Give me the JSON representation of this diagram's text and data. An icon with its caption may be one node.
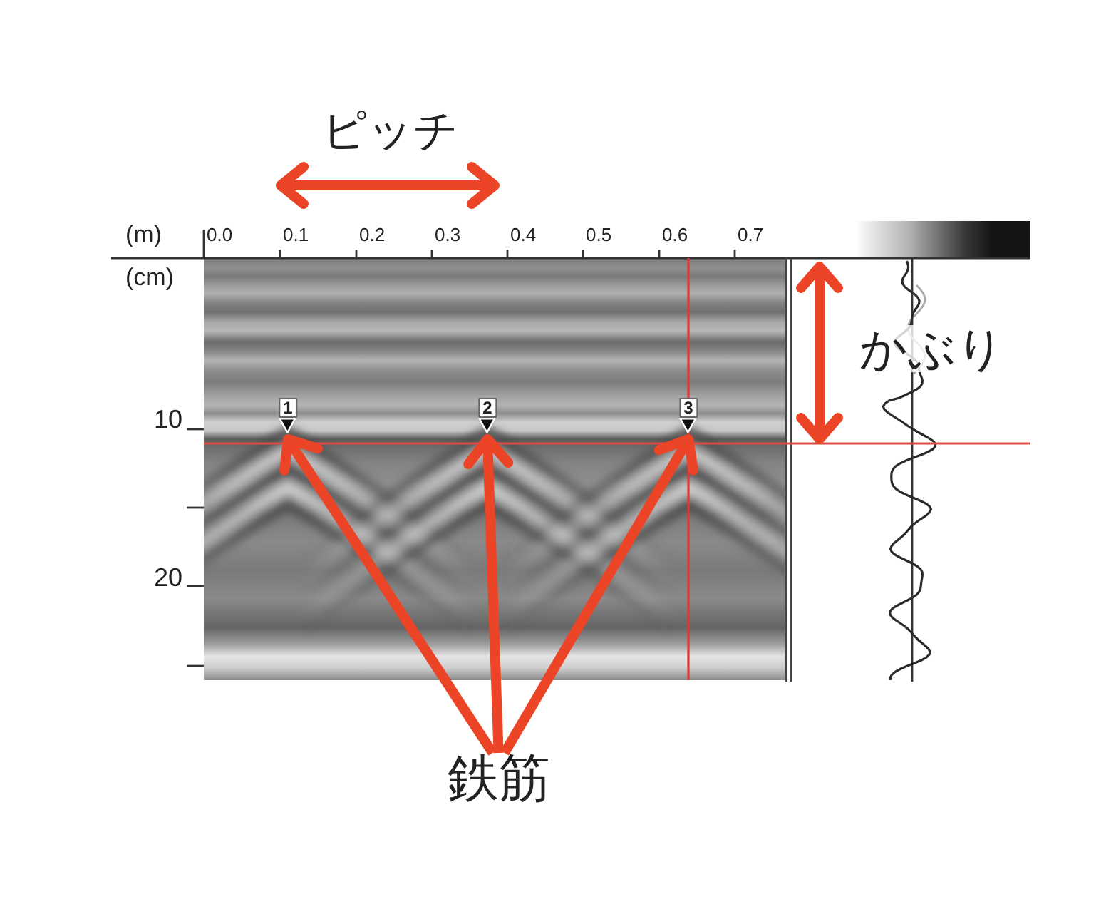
{
  "diagram": {
    "nodes": [
      {
        "text": [
          "1"
        ]
      },
      {
        "text": [
          "2"
        ]
      },
      {
        "text": [
          "3"
        ]
      },
      {
        "text": [
          "鉄筋"
        ]
      }
    ],
    "edges": [
      {
        "from": 3,
        "to": 0,
        "arrow": "to"
      },
      {
        "from": 3,
        "to": 1,
        "arrow": "to"
      },
      {
        "from": 3,
        "to": 2,
        "arrow": "to"
      }
    ],
    "labels": [
      "ピッチ",
      "(m)",
      "0.0",
      "0.1",
      "0.2",
      "0.3",
      "0.4",
      "0.5",
      "0.6",
      "0.7",
      "(cm)",
      "かぶり",
      "10",
      "20"
    ]
  }
}
